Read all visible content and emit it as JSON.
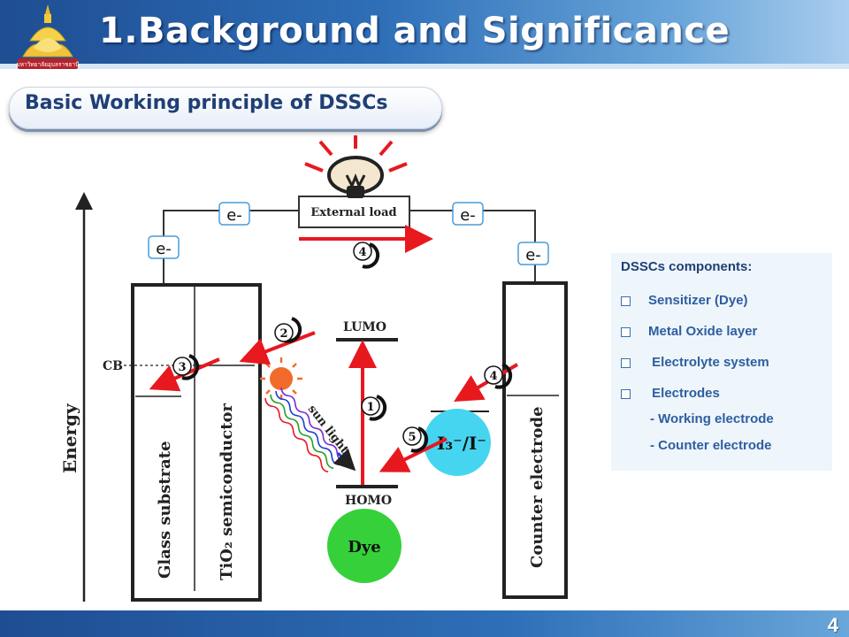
{
  "header": {
    "title": "1.Background and Significance",
    "logo_text": "มหาวิทยาลัยอุบลราชธานี"
  },
  "section": {
    "subtitle": "Basic Working principle of DSSCs"
  },
  "diagram": {
    "energy_label": "Energy",
    "external_load": "External load",
    "electron_labels": [
      "e-",
      "e-",
      "e-",
      "e-"
    ],
    "cb_label": "CB",
    "lumo_label": "LUMO",
    "homo_label": "HOMO",
    "sun_light_label": "sun light",
    "dye_label": "Dye",
    "electrolyte_label": "I₃⁻/I⁻",
    "glass_substrate_label": "Glass substrate",
    "tio2_label": "TiO₂ semiconductor",
    "counter_electrode_label": "Counter electrode",
    "steps": [
      "1",
      "2",
      "3",
      "4",
      "4",
      "5"
    ],
    "colors": {
      "arrow": "#e8181f",
      "dye": "#36d13a",
      "electrolyte": "#46d5f1",
      "sun": "#f26b2b"
    }
  },
  "components": {
    "title": "DSSCs components:",
    "items": [
      "Sensitizer (Dye)",
      "Metal Oxide layer",
      " Electrolyte system",
      " Electrodes"
    ],
    "sub_items": [
      "- Working electrode",
      "- Counter electrode"
    ]
  },
  "footer": {
    "page_number": "4"
  }
}
